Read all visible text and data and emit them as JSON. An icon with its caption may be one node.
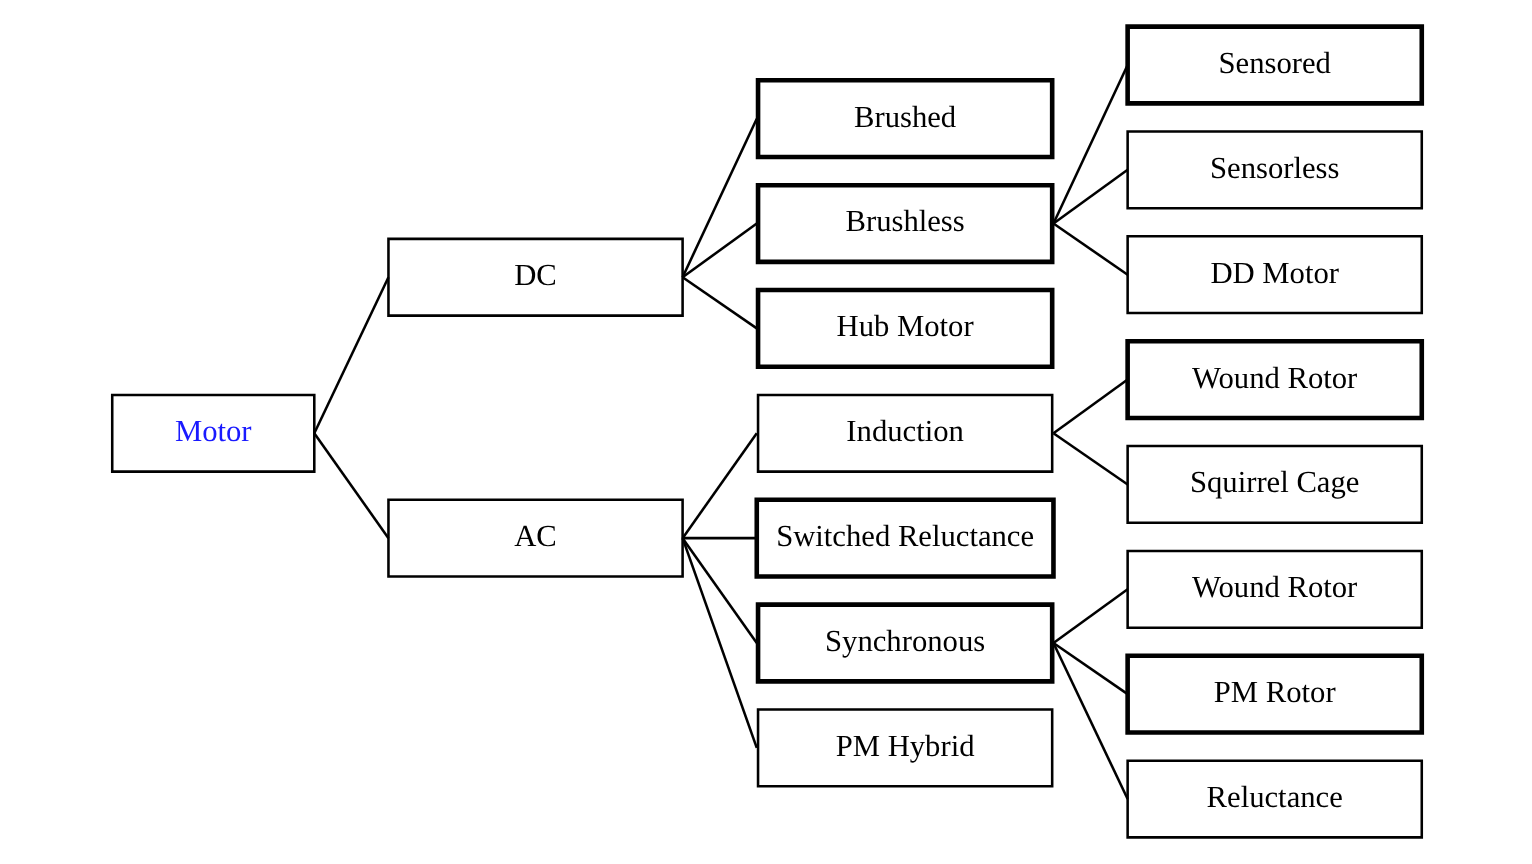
{
  "diagram": {
    "nodes": [
      {
        "text": [
          "Motor"
        ]
      },
      {
        "text": [
          "DC"
        ]
      },
      {
        "text": [
          "AC"
        ]
      },
      {
        "text": [
          "Brushed"
        ]
      },
      {
        "text": [
          "Brushless"
        ]
      },
      {
        "text": [
          "Hub Motor"
        ]
      },
      {
        "text": [
          "Induction"
        ]
      },
      {
        "text": [
          "Switched Reluctance"
        ]
      },
      {
        "text": [
          "Synchronous"
        ]
      },
      {
        "text": [
          "PM Hybrid"
        ]
      },
      {
        "text": [
          "Sensored"
        ]
      },
      {
        "text": [
          "Sensorless"
        ]
      },
      {
        "text": [
          "DD Motor"
        ]
      },
      {
        "text": [
          "Wound Rotor"
        ]
      },
      {
        "text": [
          "Squirrel Cage"
        ]
      },
      {
        "text": [
          "Wound Rotor"
        ]
      },
      {
        "text": [
          "PM Rotor"
        ]
      },
      {
        "text": [
          "Reluctance"
        ]
      }
    ],
    "edges": [
      {
        "from": 0,
        "to": 1,
        "arrow": "none"
      },
      {
        "from": 0,
        "to": 2,
        "arrow": "none"
      },
      {
        "from": 1,
        "to": 3,
        "arrow": "none"
      },
      {
        "from": 1,
        "to": 4,
        "arrow": "none"
      },
      {
        "from": 1,
        "to": 5,
        "arrow": "none"
      },
      {
        "from": 2,
        "to": 6,
        "arrow": "none"
      },
      {
        "from": 2,
        "to": 7,
        "arrow": "none"
      },
      {
        "from": 2,
        "to": 8,
        "arrow": "none"
      },
      {
        "from": 2,
        "to": 9,
        "arrow": "none"
      },
      {
        "from": 4,
        "to": 10,
        "arrow": "none"
      },
      {
        "from": 4,
        "to": 11,
        "arrow": "none"
      },
      {
        "from": 4,
        "to": 12,
        "arrow": "none"
      },
      {
        "from": 6,
        "to": 13,
        "arrow": "none"
      },
      {
        "from": 6,
        "to": 14,
        "arrow": "none"
      },
      {
        "from": 8,
        "to": 15,
        "arrow": "none"
      },
      {
        "from": 8,
        "to": 16,
        "arrow": "none"
      },
      {
        "from": 8,
        "to": 17,
        "arrow": "none"
      }
    ]
  }
}
